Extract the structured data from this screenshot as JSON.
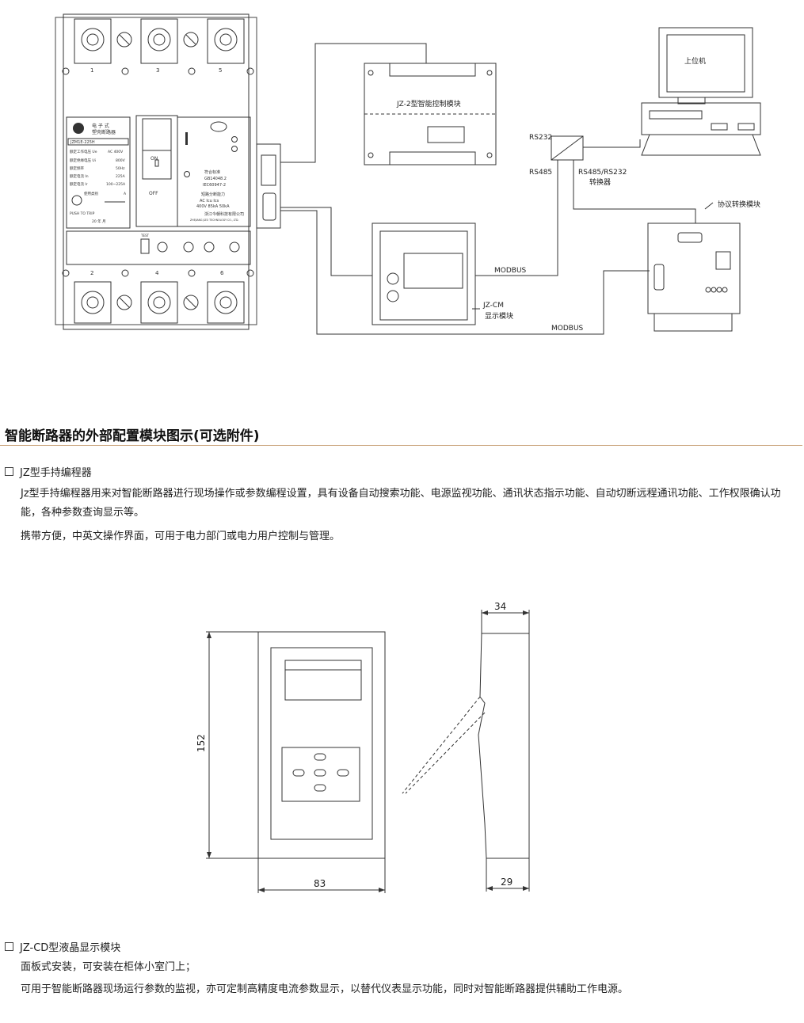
{
  "diagram": {
    "breaker": {
      "terminal_top": [
        "1",
        "3",
        "5"
      ],
      "terminal_bottom": [
        "2",
        "4",
        "6"
      ],
      "label_lines": [
        "电 子 式",
        "塑壳断路器"
      ],
      "model": "JZM1E-225H",
      "specs": [
        [
          "额定工作电压 Ue",
          "AC 400V"
        ],
        [
          "额定绝缘电压 Ui",
          "800V"
        ],
        [
          "额定频率",
          "50Hz"
        ],
        [
          "额定电流 In",
          "225A"
        ],
        [
          "额定电流 Ir",
          "100~225A"
        ]
      ],
      "usage_label": "使用类别",
      "usage_class": "A",
      "push_to_trip": "PUSH TO TRIP",
      "date_label": "20   年   月",
      "switch_on": "ON",
      "switch_off": "OFF",
      "standard_title": "符合标准",
      "standard_1": "GB14048.2",
      "standard_2": "IEC60947-2",
      "capacity_title": "短路分断能力",
      "capacity_header": "AC    Icu    Ics",
      "capacity_values": "400V  85kA  50kA",
      "maker_cn": "浙江今朝科技有限公司",
      "maker_en": "ZHEJIANG JIZO TECHNOLOGY CO., LTD.",
      "test_label": "TEST",
      "i_mark": "I",
      "o_mark": "O"
    },
    "control_module": "JZ-2型智能控制模块",
    "computer_label": "上位机",
    "rs232": "RS232",
    "rs485": "RS485",
    "converter_line1": "RS485/RS232",
    "converter_line2": "转换器",
    "protocol_module": "协议转换模块",
    "modbus_1": "MODBUS",
    "modbus_2": "MODBUS",
    "display_module_1": "JZ-CM",
    "display_module_2": "显示模块"
  },
  "section_title": "智能断路器的外部配置模块图示(可选附件)",
  "item1": {
    "heading": "JZ型手持编程器",
    "para1": "Jz型手持编程器用来对智能断路器进行现场操作或参数编程设置，具有设备自动搜索功能、电源监视功能、通讯状态指示功能、自动切断远程通讯功能、工作权限确认功能，各种参数查询显示等。",
    "para2": "携带方便，中英文操作界面，可用于电力部门或电力用户控制与管理。"
  },
  "dimensions": {
    "height": "152",
    "width": "83",
    "depth_top": "34",
    "depth_bottom": "29"
  },
  "item2": {
    "heading": "JZ-CD型液晶显示模块",
    "para1": "面板式安装，可安装在柜体小室门上；",
    "para2": "可用于智能断路器现场运行参数的监视，亦可定制高精度电流参数显示，以替代仪表显示功能，同时对智能断路器提供辅助工作电源。"
  }
}
